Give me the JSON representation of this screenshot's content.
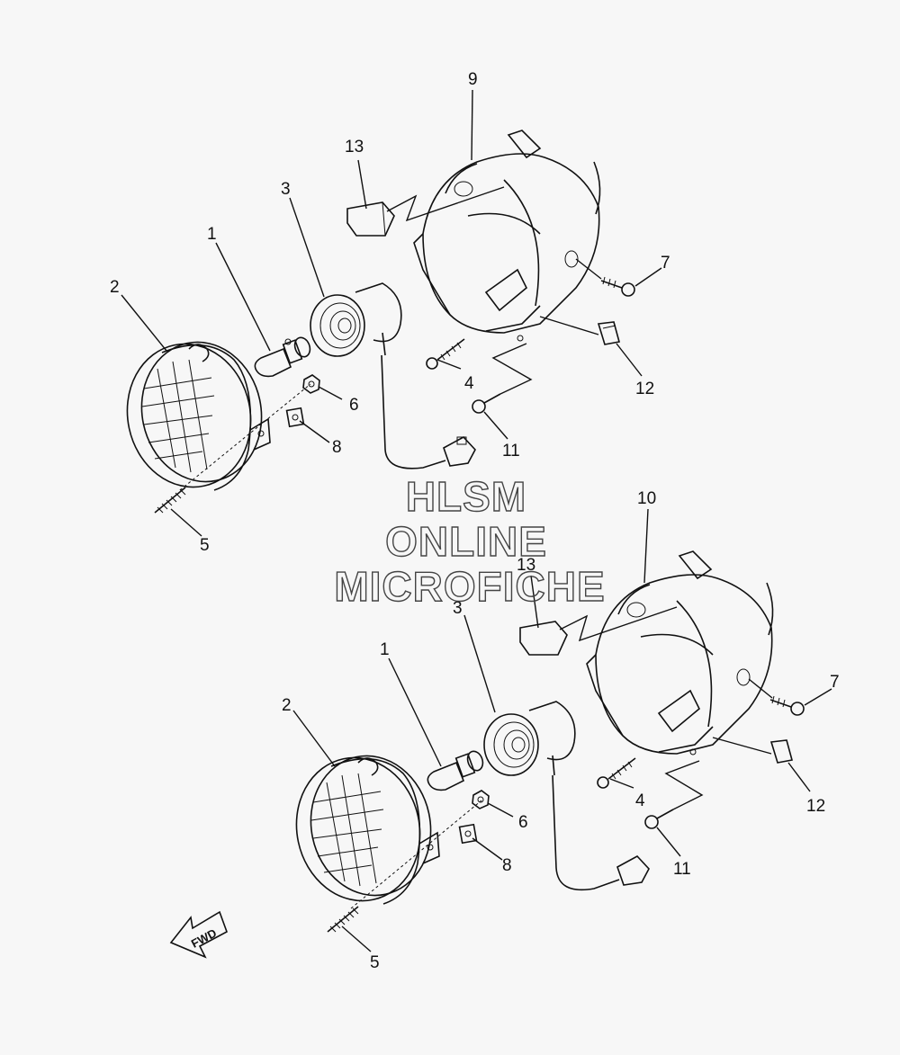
{
  "watermark": [
    "HLSM",
    "ONLINE",
    "MICROFICHE"
  ],
  "fwd_label": "FWD",
  "assemblies": [
    {
      "callouts": [
        {
          "id": "1",
          "text": "1"
        },
        {
          "id": "2",
          "text": "2"
        },
        {
          "id": "3",
          "text": "3"
        },
        {
          "id": "4",
          "text": "4"
        },
        {
          "id": "5",
          "text": "5"
        },
        {
          "id": "6",
          "text": "6"
        },
        {
          "id": "7",
          "text": "7"
        },
        {
          "id": "8",
          "text": "8"
        },
        {
          "id": "9",
          "text": "9"
        },
        {
          "id": "11",
          "text": "11"
        },
        {
          "id": "12",
          "text": "12"
        },
        {
          "id": "13",
          "text": "13"
        }
      ]
    },
    {
      "callouts": [
        {
          "id": "1",
          "text": "1"
        },
        {
          "id": "2",
          "text": "2"
        },
        {
          "id": "3",
          "text": "3"
        },
        {
          "id": "4",
          "text": "4"
        },
        {
          "id": "5",
          "text": "5"
        },
        {
          "id": "6",
          "text": "6"
        },
        {
          "id": "7",
          "text": "7"
        },
        {
          "id": "8",
          "text": "8"
        },
        {
          "id": "10",
          "text": "10"
        },
        {
          "id": "11",
          "text": "11"
        },
        {
          "id": "12",
          "text": "12"
        },
        {
          "id": "13",
          "text": "13"
        }
      ]
    }
  ]
}
